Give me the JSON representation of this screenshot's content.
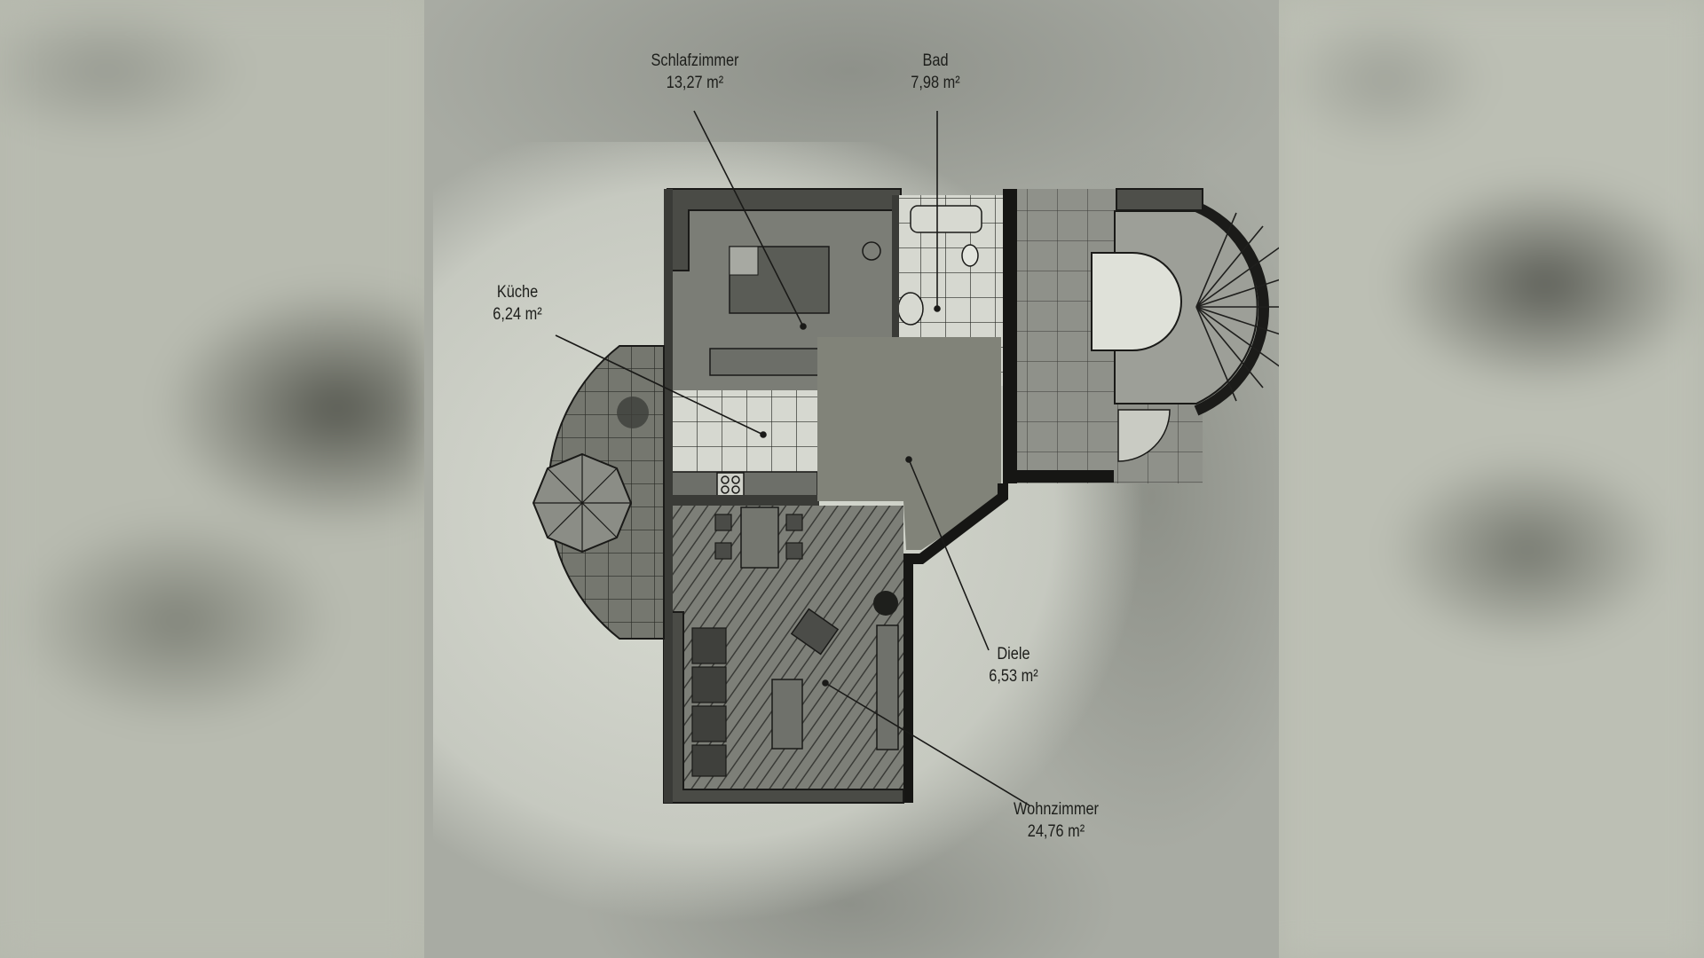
{
  "document": {
    "type": "floor plan scan",
    "rooms": [
      {
        "id": "schlafzimmer",
        "name": "Schlafzimmer",
        "area": "13,27 m²"
      },
      {
        "id": "bad",
        "name": "Bad",
        "area": "7,98 m²"
      },
      {
        "id": "kueche",
        "name": "Küche",
        "area": "6,24 m²"
      },
      {
        "id": "diele",
        "name": "Diele",
        "area": "6,53 m²"
      },
      {
        "id": "wohnzimmer",
        "name": "Wohnzimmer",
        "area": "24,76 m²"
      }
    ]
  },
  "colors": {
    "ink": "#1d1e1b",
    "wall": "#4a4b46",
    "floor": "#8b8d86",
    "tile": "#d2d4cc",
    "paper": "#d4d7ce"
  }
}
